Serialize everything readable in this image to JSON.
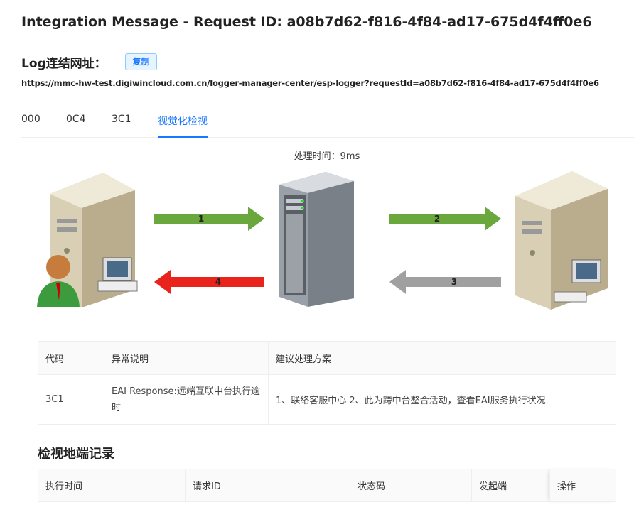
{
  "header": {
    "title": "Integration Message - Request ID: a08b7d62-f816-4f84-ad17-675d4f4ff0e6",
    "log_label": "Log连结网址：",
    "copy_label": "复制",
    "url": "https://mmc-hw-test.digiwincloud.com.cn/logger-manager-center/esp-logger?requestId=a08b7d62-f816-4f84-ad17-675d4f4ff0e6"
  },
  "tabs": [
    {
      "label": "000"
    },
    {
      "label": "0C4"
    },
    {
      "label": "3C1"
    },
    {
      "label": "视觉化检视"
    }
  ],
  "diagram": {
    "process_time": "处理时间：9ms",
    "arrows": [
      {
        "label": "1",
        "color": "#6aa83e"
      },
      {
        "label": "2",
        "color": "#6aa83e"
      },
      {
        "label": "3",
        "color": "#a0a0a0"
      },
      {
        "label": "4",
        "color": "#e8241c"
      }
    ]
  },
  "error_table": {
    "headers": [
      "代码",
      "异常说明",
      "建议处理方案"
    ],
    "rows": [
      [
        "3C1",
        "EAI Response:远端互联中台执行逾时",
        "1、联络客服中心 2、此为跨中台整合活动，查看EAI服务执行状况"
      ]
    ]
  },
  "records": {
    "title": "检视地端记录",
    "headers": [
      "执行时间",
      "请求ID",
      "状态码",
      "发起端",
      "操作"
    ]
  }
}
